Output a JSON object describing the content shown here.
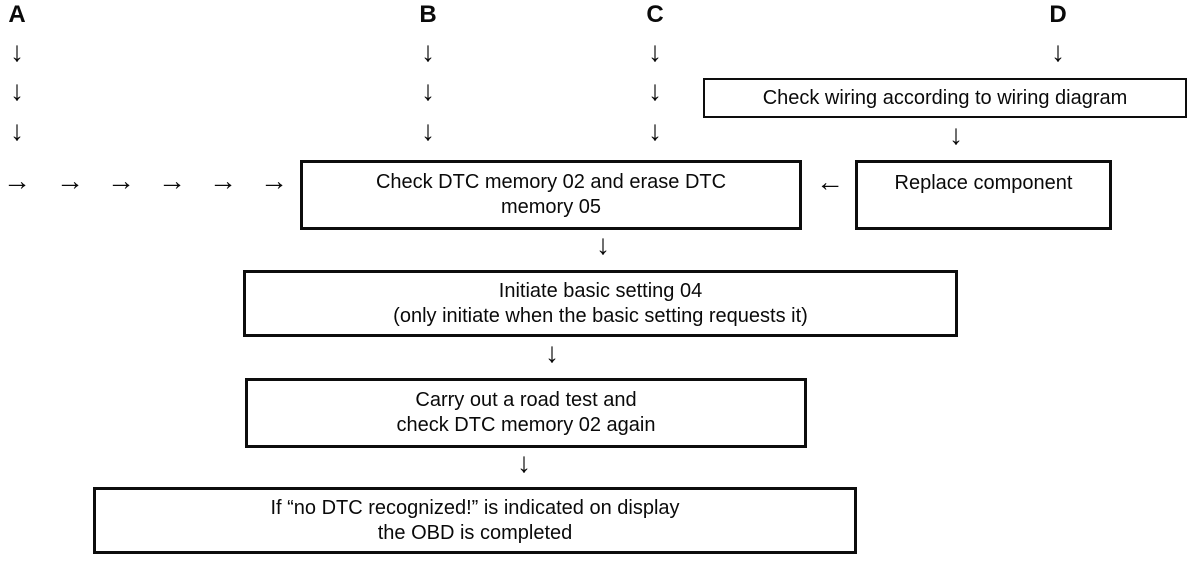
{
  "icons": {
    "arrow_down": "↓",
    "arrow_right": "→",
    "arrow_left": "←"
  },
  "colors": {
    "background": "#ffffff",
    "ink": "#000000"
  },
  "flowchart": {
    "column_labels": {
      "a": "A",
      "b": "B",
      "c": "C",
      "d": "D"
    },
    "boxes": {
      "check_wiring": {
        "line1": "Check wiring according to wiring diagram"
      },
      "check_dtc": {
        "line1": "Check DTC memory 02 and erase DTC",
        "line2": "memory 05"
      },
      "replace_component": {
        "line1": "Replace component"
      },
      "initiate_basic_setting": {
        "line1": "Initiate basic setting 04",
        "line2": "(only initiate when the basic setting requests it)"
      },
      "road_test": {
        "line1": "Carry out a road test and",
        "line2": "check DTC memory 02 again"
      },
      "obd_completed": {
        "line1": "If “no DTC recognized!” is indicated on display",
        "line2": "the OBD is completed"
      }
    }
  }
}
